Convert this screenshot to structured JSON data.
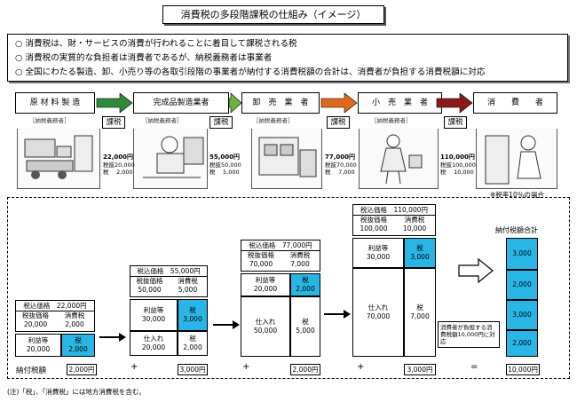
{
  "title": "消費税の多段階課税の仕組み（イメージ）",
  "bullets": [
    "○ 消費税は、財・サービスの消費が行われることに着目して課税される税",
    "○ 消費税の実質的な負担者は消費者であるが、納税義務者は事業者",
    "○ 全国にわたる製造、卸、小売り等の各取引段階の事業者が納付する消費税額の合計は、消費者が負担する消費税額に対応"
  ],
  "stages": [
    {
      "label": "原 材 料 製 造",
      "sub": "［納税義務者］"
    },
    {
      "label": "完成品製造業者",
      "sub": "［納税義務者］"
    },
    {
      "label": "卸　売　業　者",
      "sub": "［納税義務者］"
    },
    {
      "label": "小　売　業　者",
      "sub": "［納税義務者］"
    },
    {
      "label": "消　　費　　者",
      "sub": ""
    }
  ],
  "tax_label": "課税",
  "transactions": [
    {
      "price": "22,000円",
      "base": "税抜20,000",
      "tax": "税　 2,000"
    },
    {
      "price": "55,000円",
      "base": "税抜50,000",
      "tax": "税　 5,000"
    },
    {
      "price": "77,000円",
      "base": "税抜70,000",
      "tax": "税　 7,000"
    },
    {
      "price": "110,000円",
      "base": "税抜100,000",
      "tax": "税　 10,000"
    }
  ],
  "rate_note": "※税率10％の場合",
  "col_labels": {
    "incl": "税込価格",
    "excl": "税抜価格",
    "tax": "消費税",
    "profit": "利益等",
    "purchase": "仕入れ",
    "tax_short": "税"
  },
  "columns": [
    {
      "incl": "22,000円",
      "excl": "20,000",
      "tax": "2,000",
      "profit": "20,000",
      "profit_tax": "2,000",
      "purchase": "",
      "purchase_tax": ""
    },
    {
      "incl": "55,000円",
      "excl": "50,000",
      "tax": "5,000",
      "profit": "30,000",
      "profit_tax": "3,000",
      "purchase": "20,000",
      "purchase_tax": "2,000"
    },
    {
      "incl": "77,000円",
      "excl": "70,000",
      "tax": "7,000",
      "profit": "20,000",
      "profit_tax": "2,000",
      "purchase": "50,000",
      "purchase_tax": "5,000"
    },
    {
      "incl": "110,000円",
      "excl": "100,000",
      "tax": "10,000",
      "profit": "30,000",
      "profit_tax": "3,000",
      "purchase": "70,000",
      "purchase_tax": "7,000"
    }
  ],
  "paid_label": "納付税額",
  "paid": [
    "2,000円",
    "3,000円",
    "2,000円",
    "3,000円"
  ],
  "ops": [
    "+",
    "+",
    "+",
    "="
  ],
  "total_label": "納付税額合計",
  "total_stack": [
    "3,000",
    "2,000",
    "3,000",
    "2,000"
  ],
  "total_value": "10,000円",
  "consumer_note": "消費者が負担する消費税額10,000円に対応",
  "footnote": "(注)「税」、「消費税」には地方消費税を含む。",
  "colors": {
    "cyan": "#29b6e6",
    "arrow1": "#2e8b3a",
    "arrow2": "#6db33f",
    "arrow3": "#e06a1b",
    "arrow4": "#8b1a1a"
  }
}
